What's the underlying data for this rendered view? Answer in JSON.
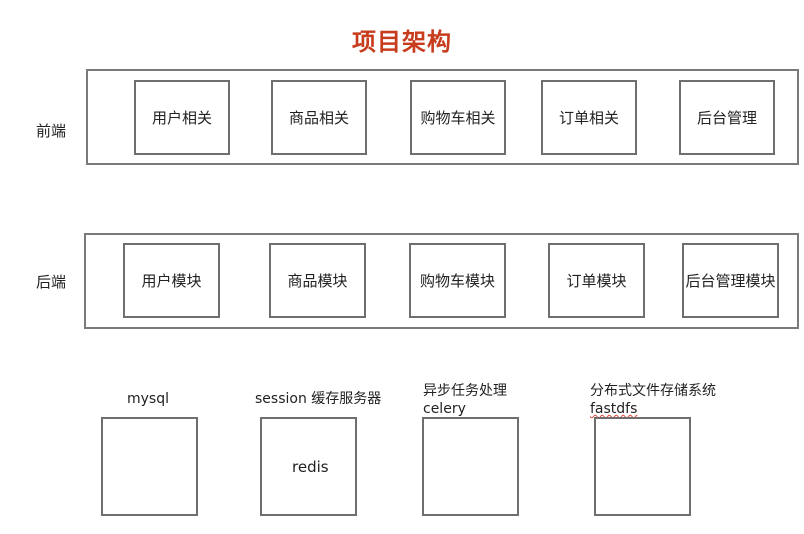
{
  "title": "项目架构",
  "frontend": {
    "label": "前端",
    "modules": [
      "用户相关",
      "商品相关",
      "购物车相关",
      "订单相关",
      "后台管理"
    ]
  },
  "backend": {
    "label": "后端",
    "modules": [
      "用户模块",
      "商品模块",
      "购物车模块",
      "订单模块",
      "后台管理模块"
    ]
  },
  "storage": [
    {
      "label": "mysql",
      "sub": "",
      "inner": ""
    },
    {
      "label": "session  缓存服务器",
      "sub": "",
      "inner": "redis"
    },
    {
      "label": "异步任务处理",
      "sub": "celery",
      "inner": ""
    },
    {
      "label": "分布式文件存储系统",
      "sub": "fastdfs",
      "inner": ""
    }
  ]
}
